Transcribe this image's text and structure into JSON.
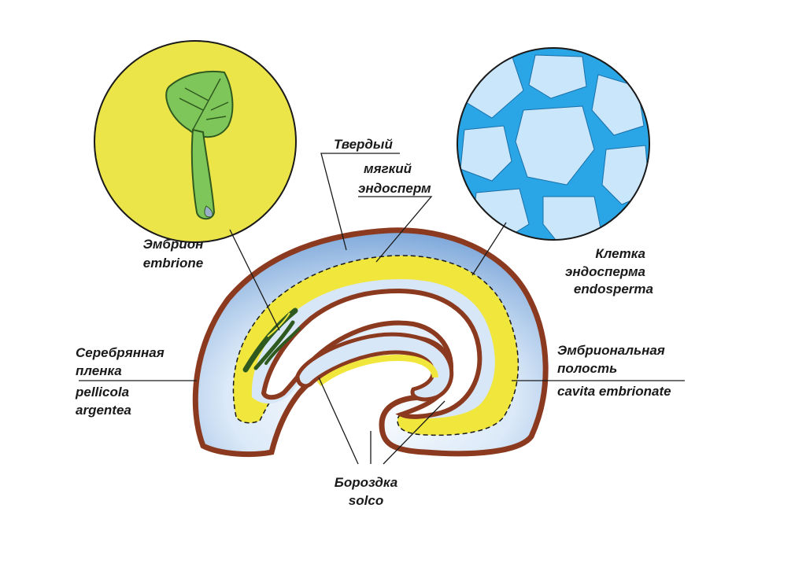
{
  "labels": {
    "hard_endosperm": "Твердый",
    "soft_endosperm_1": "мягкий",
    "soft_endosperm_2": "эндосперм",
    "embryo_ru": "Эмбрион",
    "embryo_it": "embrione",
    "cell_ru_1": "Клетка",
    "cell_ru_2": "эндосперма",
    "cell_it": "endosperma",
    "silver_skin_ru_1": "Серебрянная",
    "silver_skin_ru_2": "пленка",
    "silver_skin_it_1": "pellicola",
    "silver_skin_it_2": "argentea",
    "cavity_ru_1": "Эмбриональная",
    "cavity_ru_2": "полость",
    "cavity_it": "cavita embrionate",
    "groove_ru": "Бороздка",
    "groove_it": "solco"
  },
  "colors": {
    "skin": "#8b3a1f",
    "hard_endosperm_outer": "#7fa7d9",
    "hard_endosperm_inner": "#e6f0fb",
    "soft_layer": "#f0e63c",
    "embryo_dark": "#2f5a1f",
    "leaf_green": "#7fc65a",
    "yellow_disc": "#ece54a",
    "cell_wall": "#2aa6e6",
    "cell_fill": "#c9e6fb"
  }
}
